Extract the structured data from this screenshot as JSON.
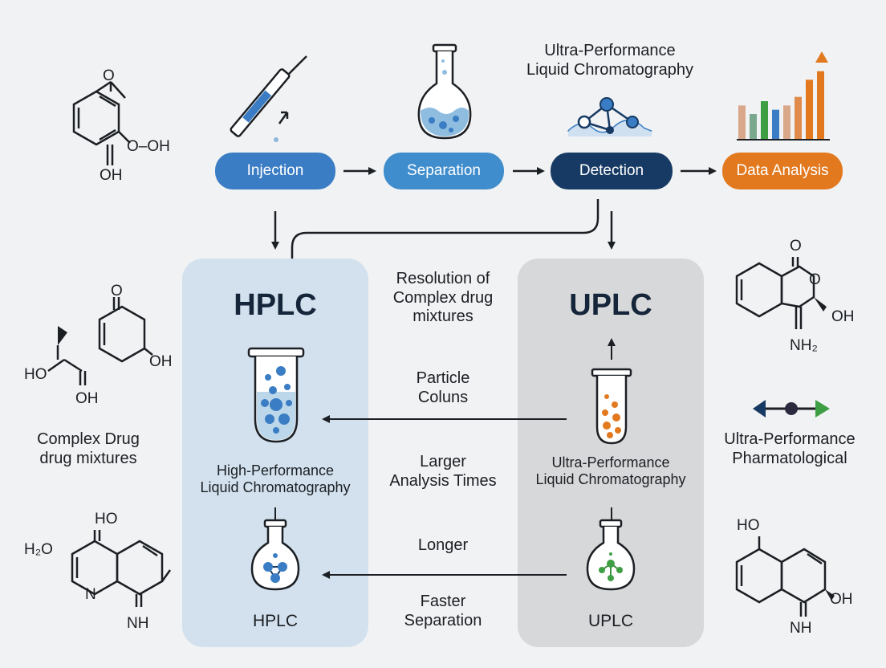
{
  "header": {
    "title_line1": "Ultra-Performance",
    "title_line2": "Liquid Chromatography"
  },
  "workflow": {
    "steps": [
      {
        "label": "Injection",
        "color": "#3a7dc4"
      },
      {
        "label": "Separation",
        "color": "#3f8dcc"
      },
      {
        "label": "Detection",
        "color": "#163a63"
      },
      {
        "label": "Data Analysis",
        "color": "#e2791f"
      }
    ]
  },
  "hplc": {
    "title": "HPLC",
    "subtitle_line1": "High-Performance",
    "subtitle_line2": "Liquid Chromatography",
    "footer": "HPLC",
    "panel_color": "#d2e1ed"
  },
  "uplc": {
    "title": "UPLC",
    "subtitle_line1": "Ultra-Performance",
    "subtitle_line2": "Liquid Chromatography",
    "footer": "UPLC",
    "panel_color": "#d7d8da"
  },
  "comparison": {
    "resolution_line1": "Resolution of",
    "resolution_line2": "Complex drug",
    "resolution_line3": "mixtures",
    "particle_line1": "Particle",
    "particle_line2": "Coluns",
    "larger_line1": "Larger",
    "larger_line2": "Analysis Times",
    "longer": "Longer",
    "faster_line1": "Faster",
    "faster_line2": "Separation"
  },
  "side_labels": {
    "left_line1": "Complex Drug",
    "left_line2": "drug mixtures",
    "right_line1": "Ultra-Performance",
    "right_line2": "Pharmatological"
  },
  "molecules": {
    "m1_o_top": "O",
    "m1_ooh": "O–OH",
    "m1_oh": "OH",
    "m2_o": "O",
    "m2_oh": "OH",
    "m2_ho": "HO",
    "m2_oh_bottom": "OH",
    "m3_ho": "HO",
    "m3_h2o": "H₂O",
    "m3_n": "N",
    "m3_nh": "NH",
    "m4_o_top": "O",
    "m4_o_ring": "O",
    "m4_oh": "OH",
    "m4_nh2": "NH₂",
    "m5_ho": "HO",
    "m5_oh": "OH",
    "m5_nh": "NH"
  },
  "chart_icon": {
    "type": "bar",
    "values": [
      4,
      3,
      4.5,
      3.5,
      4,
      5,
      7,
      8
    ]
  }
}
